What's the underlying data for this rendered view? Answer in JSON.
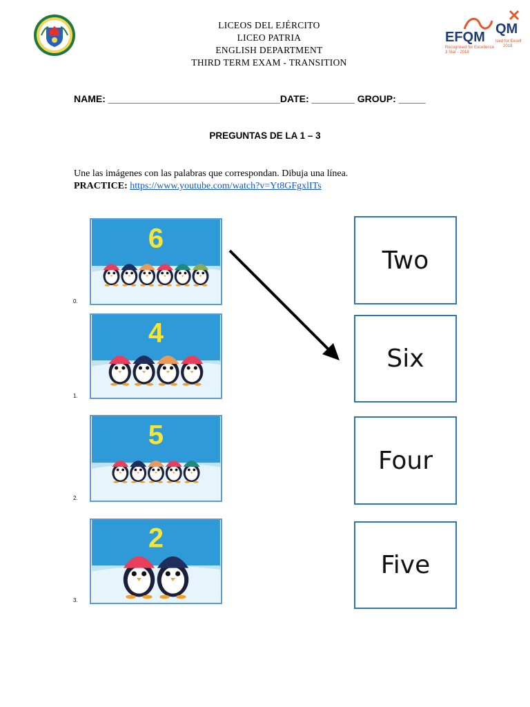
{
  "header": {
    "lines": [
      "LICEOS DEL EJÉRCITO",
      "LICEO PATRIA",
      "ENGLISH DEPARTMENT",
      "THIRD TERM EXAM - TRANSITION"
    ]
  },
  "logos": {
    "right_brand": "EFQM",
    "right_qm": "QM",
    "right_caption_1": "Recognised for Excellence",
    "right_caption_2": "3 Star - 2018",
    "right_caption_3": "ised for Excell",
    "right_caption_4": "2018"
  },
  "student_line": "NAME: ________________________________DATE: ________ GROUP: _____",
  "section_title": "PREGUNTAS DE LA 1 – 3",
  "instructions": {
    "text": "Une las imágenes con las palabras que correspondan. Dibuja una línea.",
    "practice_label": "PRACTICE:",
    "practice_link": "https://www.youtube.com/watch?v=Yt8GFgxlITs"
  },
  "items": [
    {
      "number": "0.",
      "digit": "6",
      "penguins": 6
    },
    {
      "number": "1.",
      "digit": "4",
      "penguins": 4
    },
    {
      "number": "2.",
      "digit": "5",
      "penguins": 5
    },
    {
      "number": "3.",
      "digit": "2",
      "penguins": 2
    }
  ],
  "words": [
    "Two",
    "Six",
    "Four",
    "Five"
  ],
  "colors": {
    "picture_border": "#5b9bd5",
    "word_border": "#2e75b6",
    "link": "#1155cc",
    "sky": "#2e9ad8",
    "digit": "#f3e53a"
  }
}
